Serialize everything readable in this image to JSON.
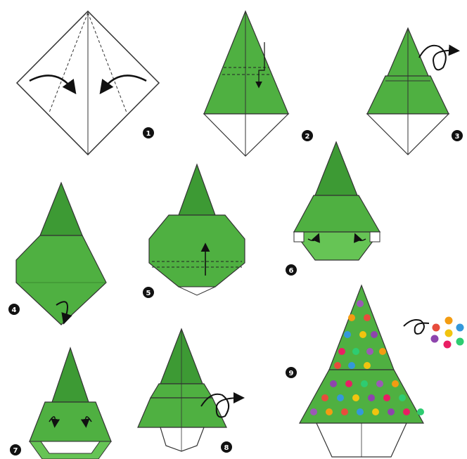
{
  "diagram": {
    "steps": [
      {
        "number": "1"
      },
      {
        "number": "2"
      },
      {
        "number": "3"
      },
      {
        "number": "4"
      },
      {
        "number": "5"
      },
      {
        "number": "6"
      },
      {
        "number": "7"
      },
      {
        "number": "8"
      },
      {
        "number": "9"
      }
    ],
    "colors": {
      "paper_green": "#4fb041",
      "paper_green_dark": "#3d9a34",
      "paper_green_light": "#66c455",
      "paper_white": "#ffffff",
      "outline": "#3a3a3a",
      "badge": "#111111"
    },
    "decoration_colors": [
      "#9b59b6",
      "#f39c12",
      "#e74c3c",
      "#3498db",
      "#f1c40f",
      "#8e44ad",
      "#e91e63",
      "#2ecc71"
    ]
  }
}
